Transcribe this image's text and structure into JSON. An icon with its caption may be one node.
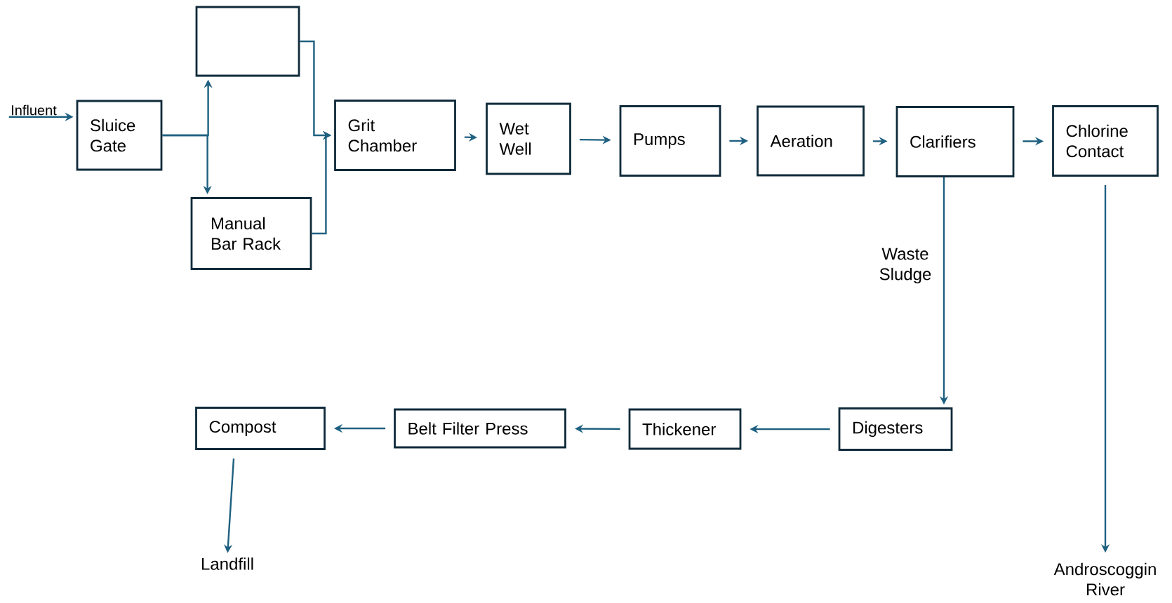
{
  "diagram": {
    "nodes": [
      {
        "text": [
          "Influent"
        ]
      },
      {
        "text": [
          "Sluice Gate"
        ]
      },
      {
        "text": [],
        "shape": "box"
      },
      {
        "text": [
          "Manual Bar Rack"
        ]
      },
      {
        "text": [
          "Grit Chamber"
        ]
      },
      {
        "text": [
          "Wet Well"
        ]
      },
      {
        "text": [
          "Pumps"
        ]
      },
      {
        "text": [
          "Aeration"
        ]
      },
      {
        "text": [
          "Clarifiers"
        ]
      },
      {
        "text": [
          "Chlorine Contact"
        ]
      },
      {
        "text": [
          "Digesters"
        ]
      },
      {
        "text": [
          "Thickener"
        ]
      },
      {
        "text": [
          "Belt Filter Press"
        ]
      },
      {
        "text": [
          "Compost"
        ]
      },
      {
        "text": [
          "Landfill"
        ]
      },
      {
        "text": [
          "Androscoggin River"
        ]
      }
    ],
    "edges": [
      {
        "from": 0,
        "to": 1,
        "arrow": "to"
      },
      {
        "from": 1,
        "to": 2,
        "arrow": "to"
      },
      {
        "from": 1,
        "to": 3,
        "arrow": "to"
      },
      {
        "from": 2,
        "to": 4,
        "arrow": "to"
      },
      {
        "from": 3,
        "to": 4,
        "arrow": "to"
      },
      {
        "from": 4,
        "to": 5,
        "arrow": "to"
      },
      {
        "from": 5,
        "to": 6,
        "arrow": "to"
      },
      {
        "from": 6,
        "to": 7,
        "arrow": "to"
      },
      {
        "from": 7,
        "to": 8,
        "arrow": "to"
      },
      {
        "from": 8,
        "to": 9,
        "arrow": "to"
      },
      {
        "from": 8,
        "to": 10,
        "arrow": "to",
        "label": "Waste Sludge"
      },
      {
        "from": 9,
        "to": 15,
        "arrow": "to"
      },
      {
        "from": 10,
        "to": 11,
        "arrow": "to"
      },
      {
        "from": 11,
        "to": 12,
        "arrow": "to"
      },
      {
        "from": 12,
        "to": 13,
        "arrow": "to"
      },
      {
        "from": 13,
        "to": 14,
        "arrow": "to"
      }
    ]
  }
}
